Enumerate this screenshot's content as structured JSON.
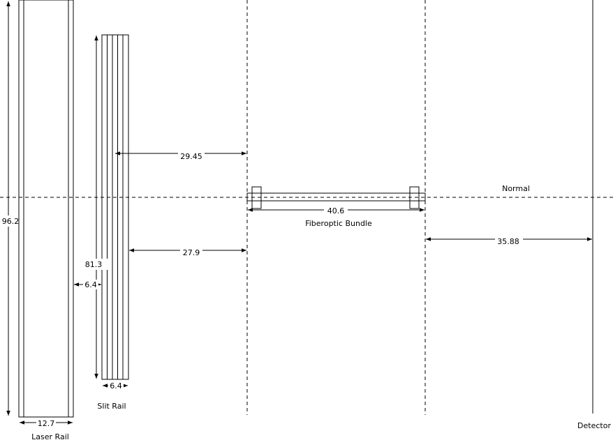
{
  "labels": {
    "laser_rail": "Laser Rail",
    "slit_rail": "Slit Rail",
    "fiberoptic_bundle": "Fiberoptic Bundle",
    "normal": "Normal",
    "detector": "Detector"
  },
  "dimensions": {
    "laser_rail_height": "96.2",
    "laser_rail_width": "12.7",
    "slit_rail_height": "81.3",
    "slit_rail_width": "6.4",
    "rail_gap": "6.4",
    "slit_to_bundle_upper": "29.45",
    "slit_to_bundle_lower": "27.9",
    "bundle_length": "40.6",
    "bundle_to_detector": "35.88"
  }
}
